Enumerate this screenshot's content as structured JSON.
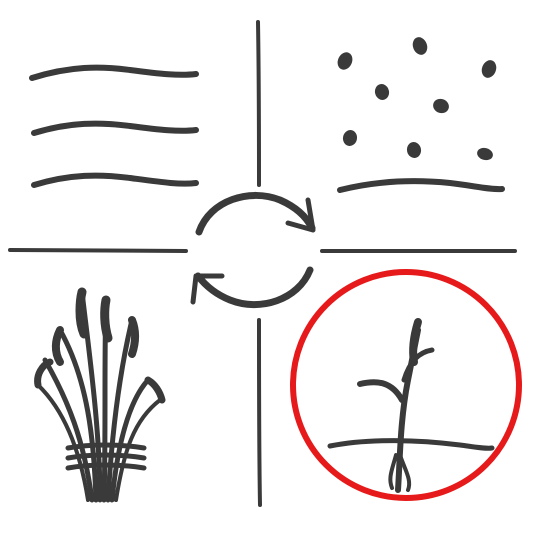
{
  "diagram": {
    "quadrants": [
      {
        "id": "top-left",
        "icon": "wind-lines-icon"
      },
      {
        "id": "top-right",
        "icon": "scattered-seeds-icon"
      },
      {
        "id": "bottom-left",
        "icon": "wheat-bundle-icon"
      },
      {
        "id": "bottom-right",
        "icon": "sprouting-plant-icon",
        "highlighted": true
      }
    ],
    "center": {
      "icon": "cycle-arrows-icon"
    },
    "colors": {
      "ink": "#3a3a3a",
      "highlight": "#e61a1a",
      "background": "#ffffff"
    }
  }
}
